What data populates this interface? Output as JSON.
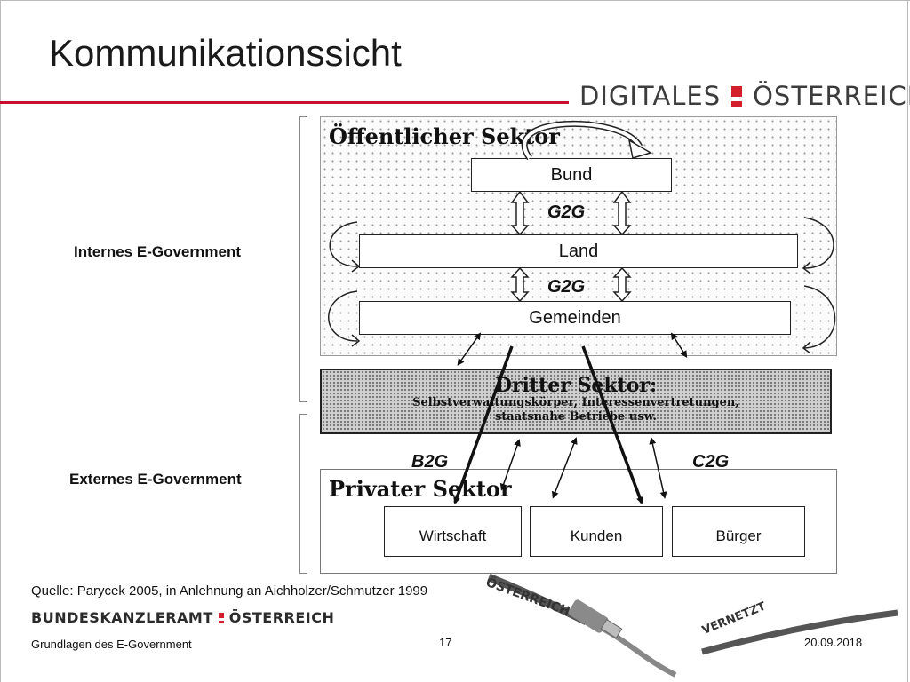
{
  "slide": {
    "title": "Kommunikationssicht",
    "logo": {
      "word1": "DIGITALES",
      "word2": "ÖSTERREICH"
    }
  },
  "diagram": {
    "public_sector": {
      "heading": "Öffentlicher Sektor",
      "levels": [
        "Bund",
        "Land",
        "Gemeinden"
      ],
      "relations": [
        "G2G",
        "G2G"
      ]
    },
    "third_sector": {
      "heading": "Dritter Sektor:",
      "line1": "Selbstverwaltungskörper, Interessenvertretungen,",
      "line2": "staatsnahe Betriebe usw."
    },
    "labels": {
      "b2g": "B2G",
      "c2g": "C2G"
    },
    "private_sector": {
      "heading": "Privater Sektor",
      "boxes": [
        "Wirtschaft",
        "Kunden",
        "Bürger"
      ]
    },
    "groups": {
      "internal": "Internes E-Government",
      "external": "Externes E-Government"
    }
  },
  "source": "Quelle: Parycek 2005,  in Anlehnung an Aichholzer/Schmutzer 1999",
  "footer": {
    "org_word1": "BUNDESKANZLERAMT",
    "org_word2": "ÖSTERREICH",
    "left": "Grundlagen des E-Government",
    "page": "17",
    "date": "20.09.2018"
  },
  "decoration": {
    "usb_text1": "ÖSTERREICH",
    "usb_text2": "VERNETZT"
  },
  "colors": {
    "accent": "#c8102e",
    "logo_mark": "#d31f2b"
  }
}
